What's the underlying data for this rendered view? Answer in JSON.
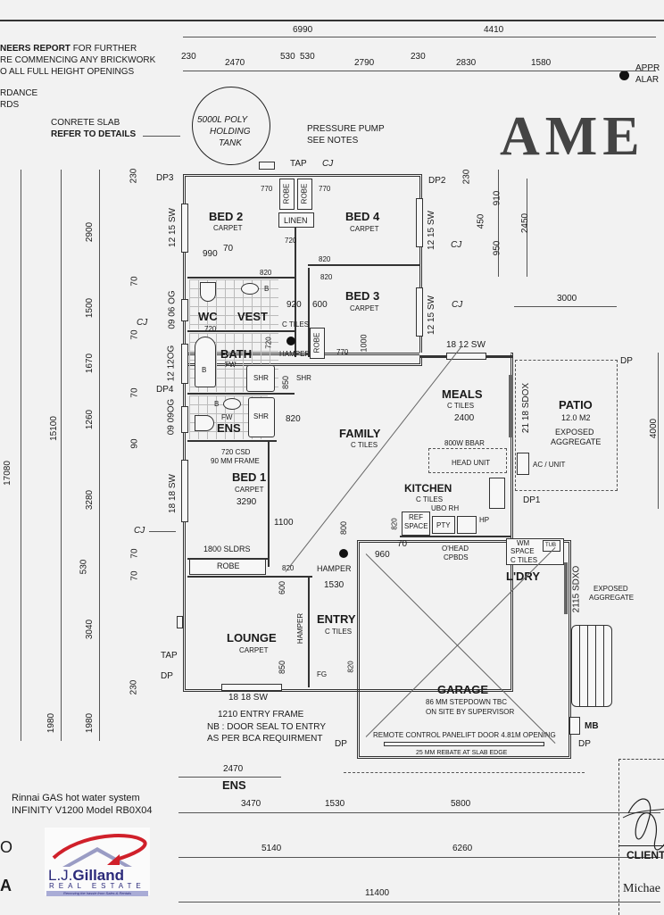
{
  "notes": {
    "engineers_1": "NEERS REPORT",
    "engineers_1b": "FOR FURTHER",
    "engineers_2": "RE COMMENCING ANY BRICKWORK",
    "engineers_3": "O ALL FULL HEIGHT OPENINGS",
    "accordance_1": "RDANCE",
    "accordance_2": "RDS",
    "slab_1": "CONRETE SLAB",
    "slab_2": "REFER TO DETAILS",
    "tank_1": "5000L POLY",
    "tank_2": "HOLDING",
    "tank_3": "TANK",
    "pump_1": "PRESSURE PUMP",
    "pump_2": "SEE NOTES",
    "tap": "TAP",
    "cj": "CJ",
    "alarm_1": "APPR",
    "alarm_2": "ALAR",
    "title_fragment": "AME",
    "hot_water_1": "Rinnai GAS hot water system",
    "hot_water_2": "INFINITY V1200 Model RB0X04",
    "entry_frame": "1210 ENTRY FRAME",
    "door_seal_1": "NB : DOOR SEAL TO ENTRY",
    "door_seal_2": "AS PER BCA REQUIRMENT",
    "ens_label": "ENS",
    "garage_door": "REMOTE CONTROL PANELIFT DOOR 4.81M OPENING",
    "rebate": "25 MM REBATE AT SLAB EDGE",
    "exposed_1": "EXPOSED",
    "exposed_2": "AGGREGATE",
    "mb": "MB",
    "client": "CLIENT",
    "client_name": "Michae",
    "left_frag_1": "O",
    "left_frag_2": "A"
  },
  "rooms": {
    "bed2": {
      "name": "BED 2",
      "finish": "CARPET"
    },
    "bed4": {
      "name": "BED 4",
      "finish": "CARPET"
    },
    "bed3": {
      "name": "BED 3",
      "finish": "CARPET"
    },
    "linen": "LINEN",
    "robe": "ROBE",
    "wc": "WC",
    "vest": "VEST",
    "bath": "BATH",
    "ens": "ENS",
    "shr": "SHR",
    "hamper": "HAMPER",
    "family": {
      "name": "FAMILY",
      "finish": "C TILES"
    },
    "meals": {
      "name": "MEALS",
      "finish": "C TILES"
    },
    "patio": {
      "name": "PATIO",
      "area": "12.0 M2",
      "finish_1": "EXPOSED",
      "finish_2": "AGGREGATE"
    },
    "kitchen": {
      "name": "KITCHEN",
      "finish": "C TILES"
    },
    "bed1": {
      "name": "BED 1",
      "finish": "CARPET",
      "frame_1": "720 CSD",
      "frame_2": "90 MM FRAME"
    },
    "lounge": {
      "name": "LOUNGE",
      "finish": "CARPET"
    },
    "entry": {
      "name": "ENTRY",
      "finish": "C TILES"
    },
    "garage": {
      "name": "GARAGE",
      "note_1": "86 MM STEPDOWN TBC",
      "note_2": "ON SITE BY SUPERVISOR"
    },
    "laundry": {
      "name": "L'DRY",
      "wm_1": "WM",
      "wm_2": "SPACE",
      "finish": "C TILES",
      "tub": "TUB"
    },
    "c_tiles": "C TILES",
    "robe_sldrs": "1800 SLDRS"
  },
  "fixtures": {
    "bbar": "800W BBAR",
    "head_unit": "HEAD UNIT",
    "ubo": "UBO RH",
    "ref_1": "REF",
    "ref_2": "SPACE",
    "pty": "PTY",
    "hp": "HP",
    "ohead_1": "O'HEAD",
    "ohead_2": "CPBDS",
    "ac": "AC / UNIT",
    "fw": "FW",
    "b": "B",
    "fg": "FG"
  },
  "windows": {
    "bed2": "12 15 SW",
    "bed4": "12 15 SW",
    "bed3": "12 15 SW",
    "wc": "09 06 OG",
    "bath": "12 12OG",
    "ens": "09 09OG",
    "bed1": "18 18 SW",
    "lounge": "18 18 SW",
    "meals": "18 12 SW",
    "patio_door": "21 18 SDOX",
    "laundry_door": "2115 SDXO"
  },
  "downpipes": [
    "DP3",
    "DP2",
    "DP4",
    "DP",
    "DP1",
    "DP",
    "DP",
    "DP"
  ],
  "dimensions": {
    "top_overall_left": "6990",
    "top_overall_right": "4410",
    "top": [
      "230",
      "2470",
      "530",
      "530",
      "2790",
      "230",
      "2830",
      "1580"
    ],
    "left_overall": "17080",
    "left_mid": "15100",
    "left_low": "1980",
    "left": [
      "230",
      "2900",
      "70",
      "1500",
      "70",
      "1670",
      "70",
      "1260",
      "90",
      "3280",
      "70",
      "530",
      "70",
      "3040",
      "230",
      "1980"
    ],
    "right_top": [
      "230",
      "910",
      "450",
      "950",
      "2450"
    ],
    "patio_width": "3000",
    "patio_depth": "4000",
    "bottom_ens": "2470",
    "bottom_row1": [
      "3470",
      "1530",
      "5800"
    ],
    "bottom_row2": [
      "5140",
      "6260"
    ],
    "bottom_overall": "11400",
    "internal": {
      "d770a": "770",
      "d770b": "770",
      "d720a": "720",
      "d820a": "820",
      "d820b": "820",
      "d820c": "820",
      "d990": "990",
      "d70a": "70",
      "d920": "920",
      "d600a": "600",
      "d1000": "1000",
      "d770c": "770",
      "d720b": "720",
      "d720c": "720",
      "d850a": "850",
      "d820d": "820",
      "d2400": "2400",
      "d3290": "3290",
      "d1100": "1100",
      "d800": "800",
      "d820e": "820",
      "d960": "960",
      "d70b": "70",
      "d820f": "820",
      "d1530": "1530",
      "d600b": "600",
      "d850b": "850",
      "d820g": "820"
    }
  },
  "logo": {
    "brand_1": "L.J.",
    "brand_2": "Gilland",
    "tagline": "REAL ESTATE",
    "slogan": "Removing the hassle from Sales & Rentals",
    "colors": {
      "navy": "#2b2a7a",
      "red": "#d0202a",
      "roof": "#9a9cc4",
      "band": "#a9acd6"
    }
  }
}
